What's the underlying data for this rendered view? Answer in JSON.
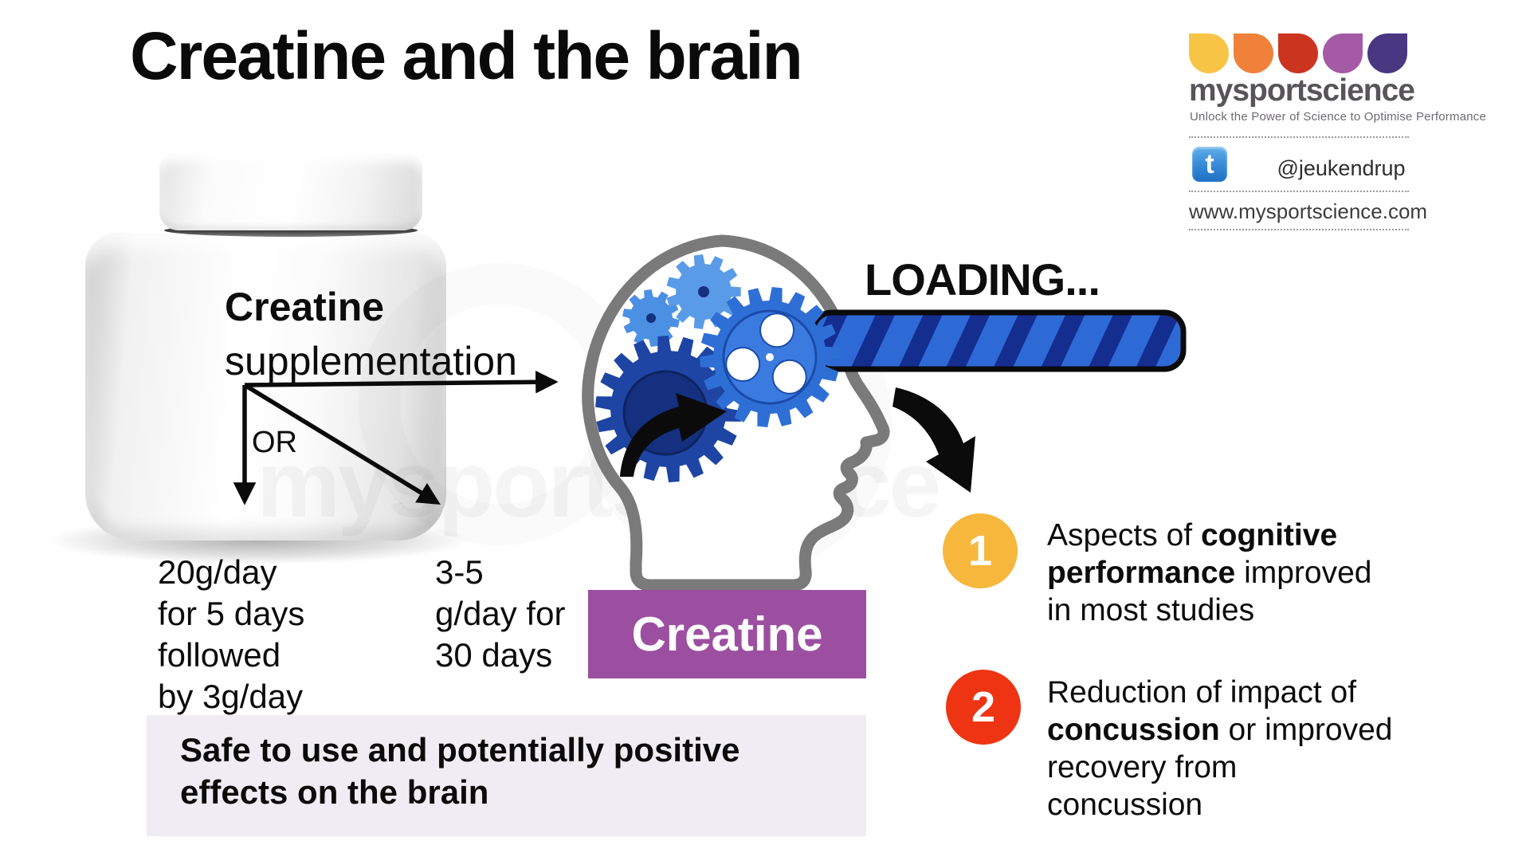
{
  "title": "Creatine and the brain",
  "brand": {
    "name": "mysportscience",
    "tagline": "Unlock the Power of Science to Optimise Performance",
    "twitter_handle": "@jeukendrup",
    "twitter_glyph": "t",
    "website": "www.mysportscience.com",
    "drop_colors": [
      "#F7C445",
      "#F0813A",
      "#CB3520",
      "#A45AA5",
      "#4A3781"
    ]
  },
  "supplement": {
    "label_bold": "Creatine",
    "label_regular": "supplementation",
    "or_label": "OR",
    "loading_protocol": "20g/day\nfor 5 days\nfollowed\nby 3g/day",
    "maintenance_protocol": "3-5\ng/day for\n30 days"
  },
  "brain": {
    "loading_label": "LOADING...",
    "creatine_tag": "Creatine",
    "tag_color": "#9C4FA0"
  },
  "safety_note": "Safe to use and potentially positive\neffects on the brain",
  "findings": [
    {
      "number": "1",
      "color": "#F6B73C",
      "text": "Aspects of **cognitive\nperformance** improved\nin most studies"
    },
    {
      "number": "2",
      "color": "#EE3412",
      "text": "Reduction of impact of\n**concussion** or improved\nrecovery from\nconcussion"
    }
  ],
  "watermark": "mysportscience",
  "artwork": {
    "head_outline": "#7A7A7A",
    "gear_light": "#4C90E4",
    "gear_light2": "#5A9BE8",
    "gear_mid": "#2E6FD6",
    "gear_mid_face": "#3B7BE0",
    "gear_mid_edge": "#1A4CAB",
    "gear_dark": "#1E45A3",
    "gear_dark_face": "#14307E",
    "bar_stripe_light": "#2E6AD6",
    "bar_stripe_dark": "#142E90"
  }
}
